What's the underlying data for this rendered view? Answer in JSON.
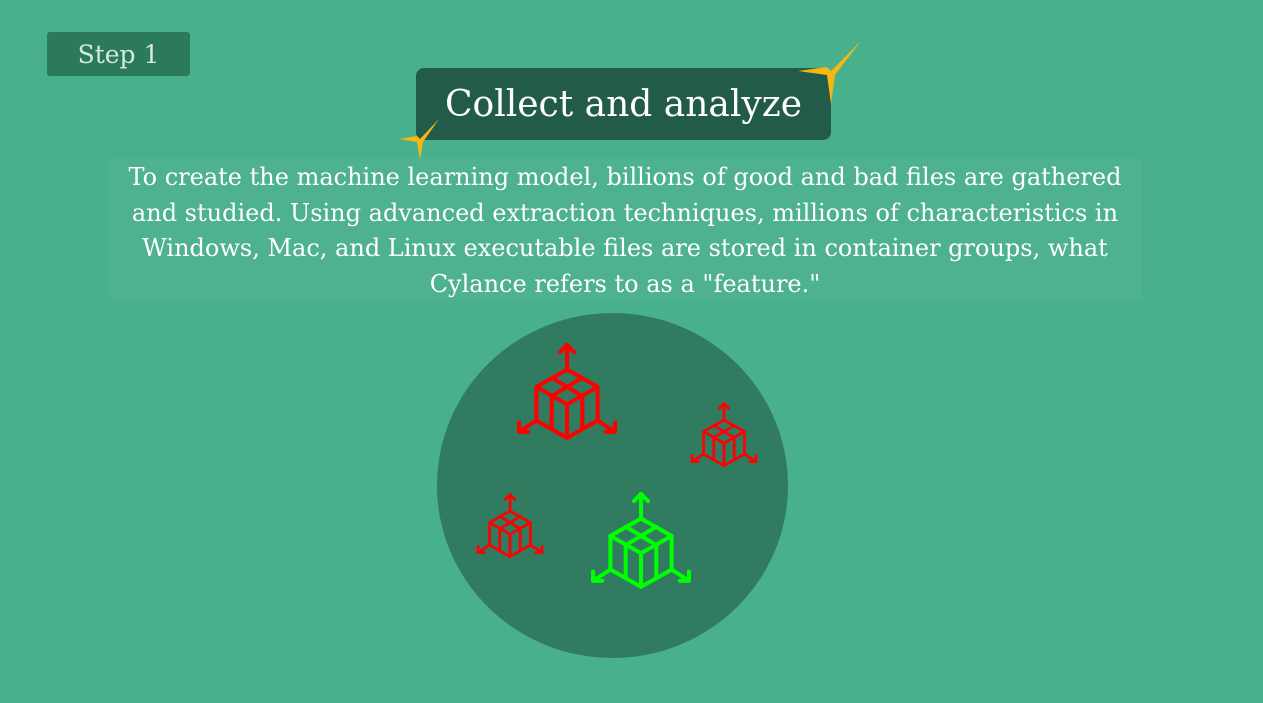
{
  "step": {
    "label": "Step 1"
  },
  "title": {
    "text": "Collect and analyze"
  },
  "description": {
    "text": "To create the machine learning model, billions of good and bad files are gathered and studied.  Using advanced extraction techniques, millions of characteristics in Windows, Mac, and Linux executable files are stored in container groups, what Cylance refers to as a \"feature.\""
  },
  "colors": {
    "background": "#48b08b",
    "title_bg": "#225b47",
    "circle": "#317b60",
    "bad_feature": "#ff0000",
    "good_feature": "#00ff00",
    "sparkle": "#f5b712"
  },
  "icons": {
    "sparkle": "sparkle-icon",
    "feature": "feature-cube-icon"
  }
}
